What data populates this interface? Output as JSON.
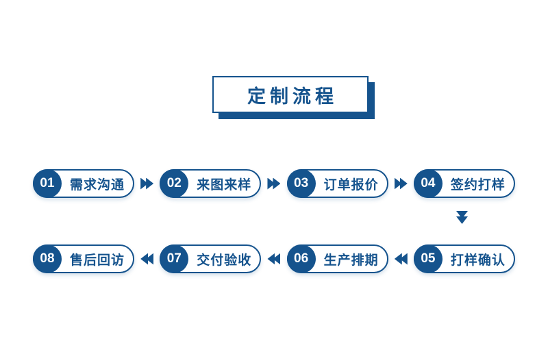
{
  "title": "定制流程",
  "colors": {
    "primary": "#15538D"
  },
  "rows": {
    "top": [
      {
        "num": "01",
        "label": "需求沟通"
      },
      {
        "num": "02",
        "label": "来图来样"
      },
      {
        "num": "03",
        "label": "订单报价"
      },
      {
        "num": "04",
        "label": "签约打样"
      }
    ],
    "bottom": [
      {
        "num": "08",
        "label": "售后回访"
      },
      {
        "num": "07",
        "label": "交付验收"
      },
      {
        "num": "06",
        "label": "生产排期"
      },
      {
        "num": "05",
        "label": "打样确认"
      }
    ]
  }
}
